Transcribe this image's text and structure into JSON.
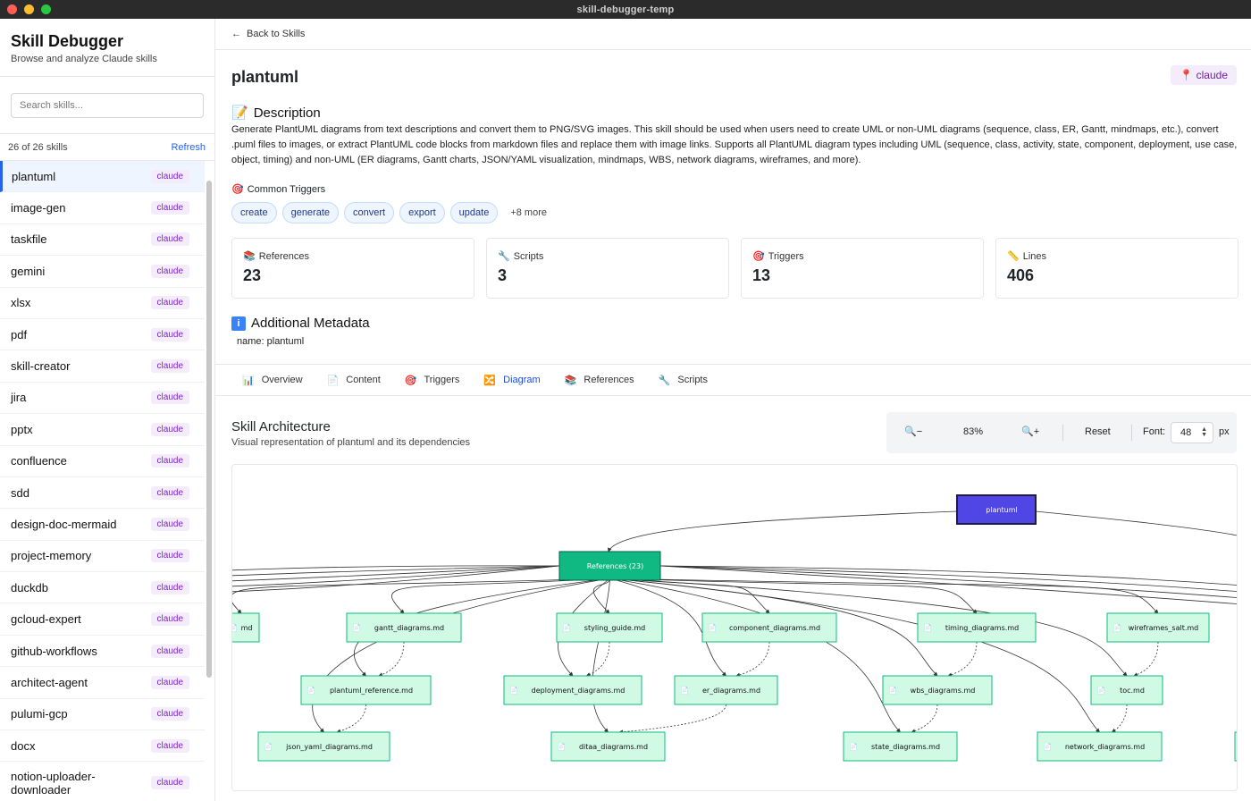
{
  "window": {
    "title": "skill-debugger-temp"
  },
  "sidebar": {
    "title": "Skill Debugger",
    "subtitle": "Browse and analyze Claude skills",
    "search_placeholder": "Search skills...",
    "count_text": "26 of 26 skills",
    "refresh_label": "Refresh",
    "items": [
      {
        "name": "plantuml",
        "badge": "claude"
      },
      {
        "name": "image-gen",
        "badge": "claude"
      },
      {
        "name": "taskfile",
        "badge": "claude"
      },
      {
        "name": "gemini",
        "badge": "claude"
      },
      {
        "name": "xlsx",
        "badge": "claude"
      },
      {
        "name": "pdf",
        "badge": "claude"
      },
      {
        "name": "skill-creator",
        "badge": "claude"
      },
      {
        "name": "jira",
        "badge": "claude"
      },
      {
        "name": "pptx",
        "badge": "claude"
      },
      {
        "name": "confluence",
        "badge": "claude"
      },
      {
        "name": "sdd",
        "badge": "claude"
      },
      {
        "name": "design-doc-mermaid",
        "badge": "claude"
      },
      {
        "name": "project-memory",
        "badge": "claude"
      },
      {
        "name": "duckdb",
        "badge": "claude"
      },
      {
        "name": "gcloud-expert",
        "badge": "claude"
      },
      {
        "name": "github-workflows",
        "badge": "claude"
      },
      {
        "name": "architect-agent",
        "badge": "claude"
      },
      {
        "name": "pulumi-gcp",
        "badge": "claude"
      },
      {
        "name": "docx",
        "badge": "claude"
      },
      {
        "name": "notion-uploader-downloader",
        "badge": "claude"
      }
    ]
  },
  "main": {
    "back_label": "Back to Skills",
    "skill_name": "plantuml",
    "skill_badge": "claude",
    "description_heading": "Description",
    "description": "Generate PlantUML diagrams from text descriptions and convert them to PNG/SVG images. This skill should be used when users need to create UML or non-UML diagrams (sequence, class, ER, Gantt, mindmaps, etc.), convert .puml files to images, or extract PlantUML code blocks from markdown files and replace them with image links. Supports all PlantUML diagram types including UML (sequence, class, activity, state, component, deployment, use case, object, timing) and non-UML (ER diagrams, Gantt charts, JSON/YAML visualization, mindmaps, WBS, network diagrams, wireframes, and more).",
    "triggers_heading": "Common Triggers",
    "triggers": [
      "create",
      "generate",
      "convert",
      "export",
      "update"
    ],
    "triggers_more": "+8 more",
    "stats": [
      {
        "label": "References",
        "value": "23",
        "icon": "books-icon"
      },
      {
        "label": "Scripts",
        "value": "3",
        "icon": "wrench-icon"
      },
      {
        "label": "Triggers",
        "value": "13",
        "icon": "target-icon"
      },
      {
        "label": "Lines",
        "value": "406",
        "icon": "ruler-icon"
      }
    ],
    "metadata_heading": "Additional Metadata",
    "metadata_text": "name: plantuml",
    "tabs": [
      {
        "label": "Overview",
        "icon": "chart-icon"
      },
      {
        "label": "Content",
        "icon": "page-icon"
      },
      {
        "label": "Triggers",
        "icon": "target-icon"
      },
      {
        "label": "Diagram",
        "icon": "diagram-icon"
      },
      {
        "label": "References",
        "icon": "books-icon"
      },
      {
        "label": "Scripts",
        "icon": "wrench-icon"
      }
    ],
    "active_tab": "Diagram",
    "architecture": {
      "title": "Skill Architecture",
      "subtitle": "Visual representation of plantuml and its dependencies",
      "zoom_out_label": "🔍−",
      "zoom_level": "83%",
      "zoom_in_label": "🔍+",
      "reset_label": "Reset",
      "font_label": "Font:",
      "font_value": "48",
      "font_unit": "px"
    },
    "diagram": {
      "root": "plantuml",
      "hub": "References (23)",
      "nodes": [
        "md",
        "gantt_diagrams.md",
        "styling_guide.md",
        "component_diagrams.md",
        "timing_diagrams.md",
        "wireframes_salt.md",
        "plantuml_reference.md",
        "deployment_diagrams.md",
        "er_diagrams.md",
        "wbs_diagrams.md",
        "toc.md",
        "json_yaml_diagrams.md",
        "ditaa_diagrams.md",
        "state_diagrams.md",
        "network_diagrams.md"
      ],
      "colors": {
        "root_fill": "#4f46e5",
        "hub_fill": "#10b981",
        "node_fill": "#d1fae5",
        "node_stroke": "#10b981"
      }
    }
  }
}
